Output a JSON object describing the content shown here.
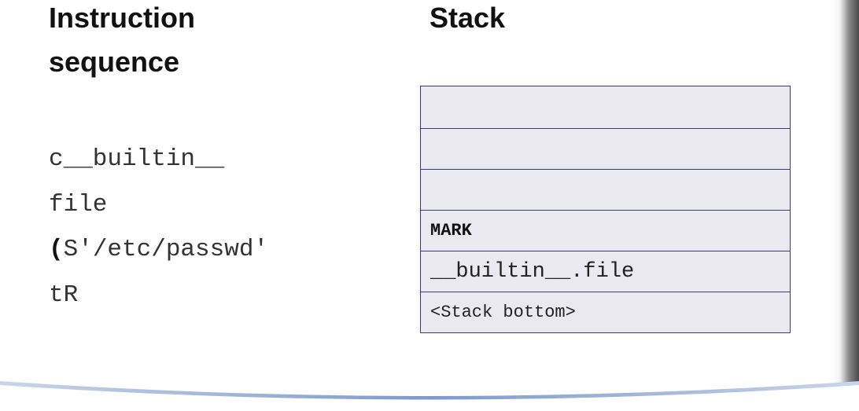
{
  "headings": {
    "instruction_line1": "Instruction",
    "instruction_line2": "sequence",
    "stack": "Stack"
  },
  "instructions": [
    {
      "bold_prefix": "",
      "text": "c__builtin__"
    },
    {
      "bold_prefix": "",
      "text": "file"
    },
    {
      "bold_prefix": "(",
      "text": "S'/etc/passwd'"
    },
    {
      "bold_prefix": "",
      "text": "tR"
    }
  ],
  "stack_cells": [
    "",
    "",
    "",
    "MARK",
    "__builtin__.file",
    "<Stack bottom>"
  ],
  "colors": {
    "stack_fill": "#e9e9ef",
    "stack_border": "#38388a",
    "swoosh": "#7f99c9"
  }
}
